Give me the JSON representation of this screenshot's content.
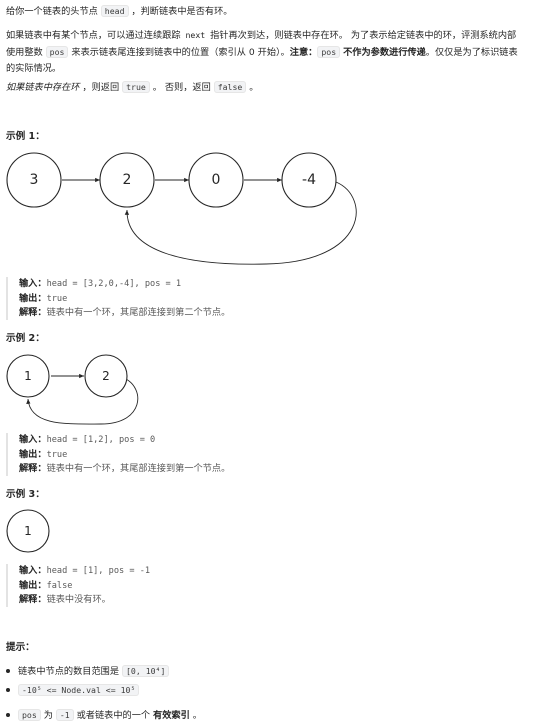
{
  "intro": {
    "p1_a": "给你一个链表的头节点 ",
    "p1_code": "head",
    "p1_b": " ，判断链表中是否有环。",
    "p2_a": "如果链表中有某个节点，可以通过连续跟踪 ",
    "p2_code_next": "next",
    "p2_b": " 指针再次到达，则链表中存在环。 为了表示给定链表中的环，评测系统内部",
    "p2_c": "使用整数 ",
    "p2_code_pos": "pos",
    "p2_d": " 来表示链表尾连接到链表中的位置（索引从 0 开始）。",
    "p2_note": "注意：",
    "p2_code_pos2": "pos",
    "p2_bold2": "不作为参数进行传递",
    "p2_e": "。仅仅是为了标识链表",
    "p2_f": "的实际情况。",
    "p3_em": "如果链表中存在环",
    "p3_a": " ，则返回 ",
    "p3_true": "true",
    "p3_b": " 。 否则，返回 ",
    "p3_false": "false",
    "p3_c": " 。"
  },
  "labels": {
    "input": "输入：",
    "output": "输出：",
    "explain": "解释："
  },
  "examples": [
    {
      "title": "示例 1：",
      "nodes": [
        "3",
        "2",
        "0",
        "-4"
      ],
      "input": "head = [3,2,0,-4], pos = 1",
      "output": "true",
      "explanation": "链表中有一个环，其尾部连接到第二个节点。"
    },
    {
      "title": "示例 2：",
      "nodes": [
        "1",
        "2"
      ],
      "input": "head = [1,2], pos = 0",
      "output": "true",
      "explanation": "链表中有一个环，其尾部连接到第一个节点。"
    },
    {
      "title": "示例 3：",
      "nodes": [
        "1"
      ],
      "input": "head = [1], pos = -1",
      "output": "false",
      "explanation": "链表中没有环。"
    }
  ],
  "hints": {
    "title": "提示：",
    "h1_text": "链表中节点的数目范围是 ",
    "h1_code": "[0, 10⁴]",
    "h2_code": "-10⁵ <= Node.val <= 10⁵",
    "h3_code_pos": "pos",
    "h3_a": " 为 ",
    "h3_code_m1": "-1",
    "h3_b": " 或者链表中的一个 ",
    "h3_bold": "有效索引",
    "h3_c": " 。"
  }
}
